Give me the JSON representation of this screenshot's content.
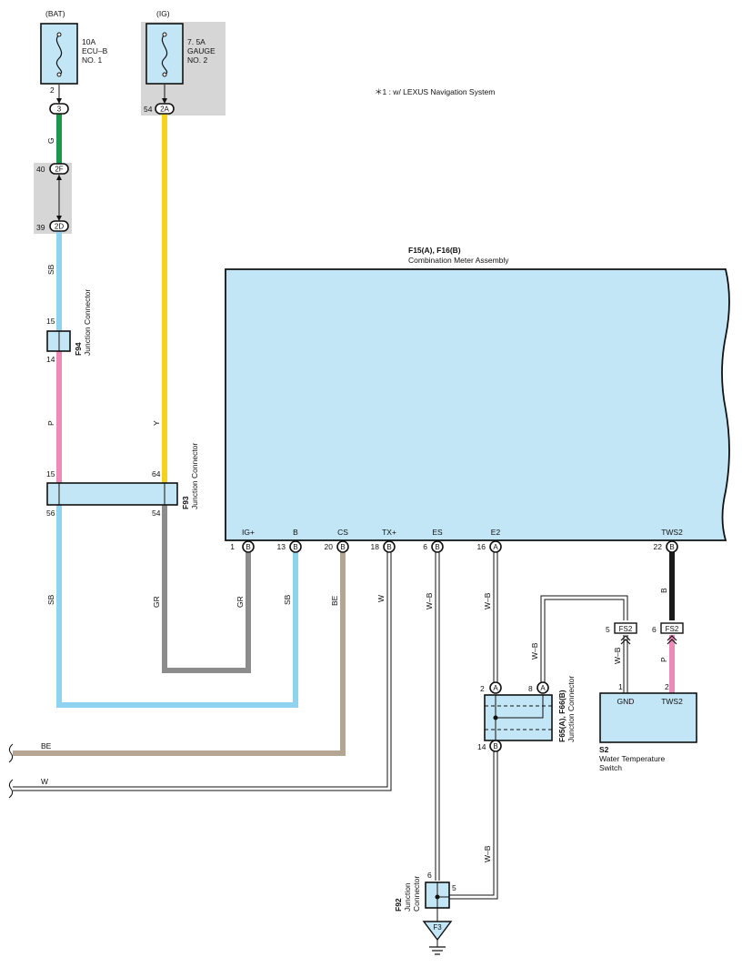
{
  "note": "＊1 : w/ LEXUS Navigation System",
  "colors": {
    "G": "#1a9a48",
    "SB": "#8fd3f0",
    "P": "#ee8ab8",
    "Y": "#f7d21a",
    "GR": "#8c8c8c",
    "BE": "#b5a693",
    "B": "#1a1a1a",
    "component_fill": "#c3e6f6",
    "shade": "#d6d6d6"
  },
  "fuses": {
    "bat": {
      "source": "(BAT)",
      "l1": "10A",
      "l2": "ECU–B",
      "l3": "NO. 1"
    },
    "ig": {
      "source": "(IG)",
      "l1": "7. 5A",
      "l2": "GAUGE",
      "l3": "NO. 2"
    }
  },
  "pins": {
    "fuse_bat_out": "2",
    "j3": "3",
    "p2f": "40",
    "j2f": "2F",
    "p2d": "39",
    "j2d": "2D",
    "p2a": "54",
    "j2a": "2A",
    "f94_in": "15",
    "f94_out": "14",
    "f93_in1": "15",
    "f93_in2": "64",
    "f93_out1": "56",
    "f93_out2": "54",
    "m_ig": "1",
    "m_b": "13",
    "m_cs": "20",
    "m_tx": "18",
    "m_es": "6",
    "m_e2": "16",
    "m_tws2": "22",
    "f65_in1": "2",
    "f65_in2": "8",
    "f65_out": "14",
    "fs2_l": "5",
    "fs2_r": "6",
    "s2_l": "1",
    "s2_r": "2",
    "f92_in": "6",
    "f92_side": "5"
  },
  "jlabels": {
    "a": "A",
    "b": "B",
    "fs2": "FS2",
    "f3": "F3"
  },
  "wires": {
    "g": "G",
    "sb": "SB",
    "p": "P",
    "y": "Y",
    "gr": "GR",
    "be": "BE",
    "w": "W",
    "wb": "W–B",
    "b": "B"
  },
  "meter": {
    "code": "F15(A), F16(B)",
    "name": "Combination Meter Assembly",
    "terminals": [
      "IG+",
      "B",
      "CS",
      "TX+",
      "ES",
      "E2",
      "TWS2"
    ]
  },
  "f94": {
    "code": "F94",
    "name": "Junction Connector"
  },
  "f93": {
    "code": "F93",
    "name": "Junction Connector"
  },
  "f65": {
    "code": "F65(A), F66(B)",
    "name": "Junction Connector"
  },
  "f92": {
    "code": "F92",
    "name1": "Junction",
    "name2": "Connector"
  },
  "s2": {
    "code": "S2",
    "name1": "Water Temperature",
    "name2": "Switch",
    "t1": "GND",
    "t2": "TWS2"
  }
}
